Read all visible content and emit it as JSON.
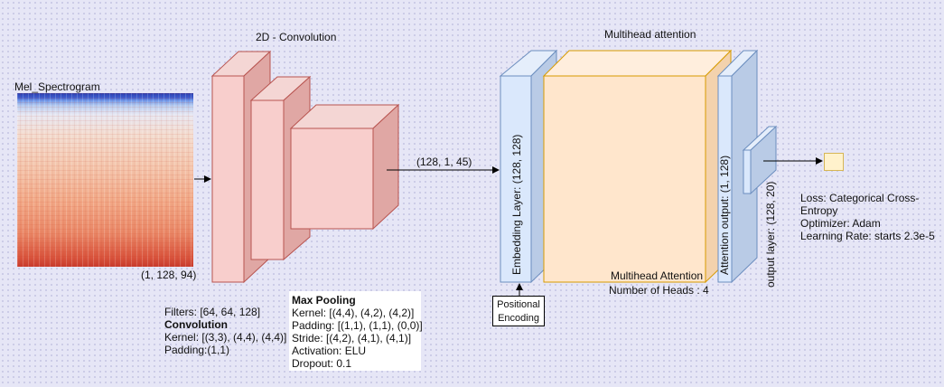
{
  "spectrogram": {
    "title": "Mel_Spectrogram",
    "shape": "(1, 128, 94)"
  },
  "conv": {
    "section_title": "2D - Convolution",
    "filters": "Filters: [64, 64, 128]",
    "conv_title": "Convolution",
    "kernel": "Kernel: [(3,3), (4,4), (4,4)]",
    "padding": "Padding:(1,1)"
  },
  "pooling": {
    "title": "Max Pooling",
    "kernel": "Kernel: [(4,4), (4,2), (4,2)]",
    "padding": "Padding: [(1,1), (1,1), (0,0)]",
    "stride": "Stride: [(4,2), (4,1), (4,1)]",
    "activation": "Activation: ELU",
    "dropout": "Dropout: 0.1"
  },
  "conv_output_shape": "(128, 1, 45)",
  "attention": {
    "section_title": "Multihead attention",
    "embedding_label": "Embedding Layer: (128, 128)",
    "block_title": "Multihead Attention",
    "heads": "Number of Heads : 4",
    "output_label": "Attention output: (1, 128)"
  },
  "positional_encoding": {
    "line1": "Positional",
    "line2": "Encoding"
  },
  "output_layer_label": "output layer: (128, 20)",
  "training": {
    "loss_line1": "Loss: Categorical Cross-",
    "loss_line2": "Entropy",
    "optimizer": "Optimizer: Adam",
    "learning_rate": "Learning Rate: starts 2.3e-5"
  },
  "colors": {
    "conv_front": "#f8cecc",
    "conv_side": "#e2a9a6",
    "conv_stroke": "#b85450",
    "attn_front": "#ffe6cc",
    "attn_stroke": "#d79b00",
    "embed_front": "#dae8fc",
    "embed_stroke": "#6c8ebf",
    "output_fill": "#fff2cc"
  }
}
